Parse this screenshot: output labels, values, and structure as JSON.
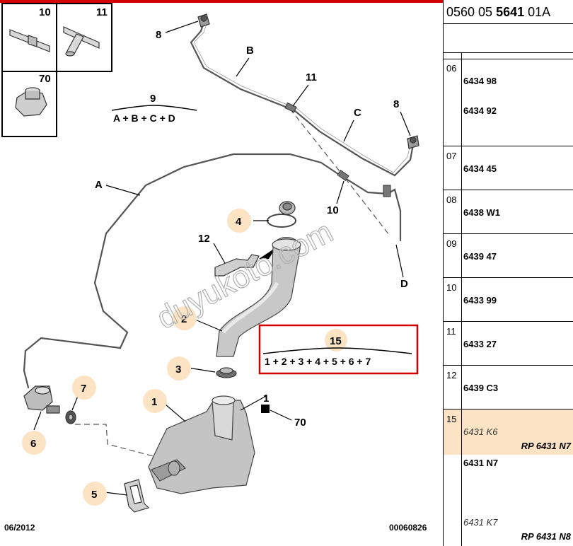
{
  "colors": {
    "callout_fill": "#fbe3c4",
    "highlight_row": "#fbe3c4",
    "top_bar": "#d40000",
    "group_box": "#d40000",
    "watermark": "#b0b0b0"
  },
  "diagram": {
    "callouts": {
      "c1": "1",
      "c2": "2",
      "c3": "3",
      "c4": "4",
      "c5": "5",
      "c6": "6",
      "c7": "7",
      "c15": "15"
    },
    "labels": {
      "l8a": "8",
      "l8b": "8",
      "lB": "B",
      "lC": "C",
      "lA": "A",
      "lD": "D",
      "l11": "11",
      "l10": "10",
      "l12": "12",
      "l70": "70",
      "l9": "9"
    },
    "insets": {
      "i10": "10",
      "i11": "11",
      "i70": "70"
    },
    "formulas": {
      "f9": "A + B + C + D",
      "f15": "1 + 2 + 3 + 4 + 5 + 6 + 7"
    },
    "watermark": "duyukoto.com",
    "footer_left": "06/2012",
    "footer_right": "00060826"
  },
  "panel": {
    "header_prefix": "0560 05 ",
    "header_bold": "5641",
    "header_suffix": " 01A",
    "rows": [
      {
        "num": "06",
        "codes": [
          "6434 98",
          "6434 92"
        ]
      },
      {
        "num": "07",
        "codes": [
          "6434 45"
        ]
      },
      {
        "num": "08",
        "codes": [
          "6438 W1"
        ]
      },
      {
        "num": "09",
        "codes": [
          "6439 47"
        ]
      },
      {
        "num": "10",
        "codes": [
          "6433 99"
        ]
      },
      {
        "num": "11",
        "codes": [
          "6433 27"
        ]
      },
      {
        "num": "12",
        "codes": [
          "6439 C3"
        ]
      },
      {
        "num": "15",
        "code_alt": "6431 K6",
        "rp": "RP 6431 N7",
        "code2": "6431 N7",
        "code_alt2": "6431 K7",
        "rp2": "RP 6431 N8"
      }
    ]
  }
}
